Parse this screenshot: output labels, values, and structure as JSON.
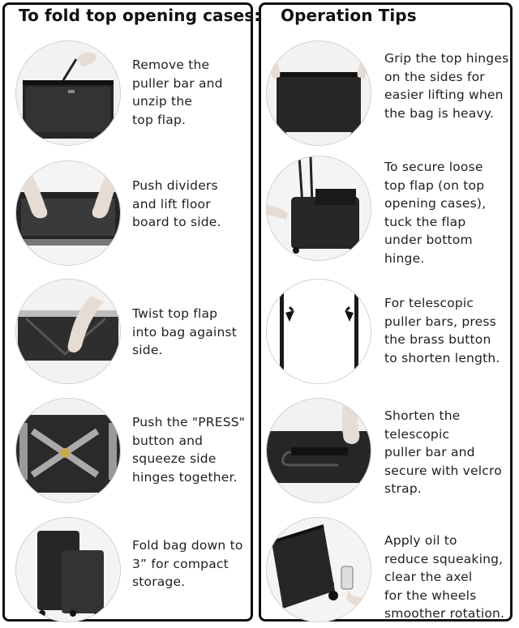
{
  "left_panel": {
    "title": "To fold top opening cases:",
    "steps": [
      {
        "text": "Remove the\npuller bar and\nunzip the\ntop flap.",
        "image": "bag-with-puller-bar-photo"
      },
      {
        "text": "Push dividers\nand lift floor\nboard to side.",
        "image": "hands-lifting-floor-board-photo"
      },
      {
        "text": "Twist top flap\ninto bag against\nside.",
        "image": "hand-twisting-top-flap-photo"
      },
      {
        "text": "Push the \"PRESS\"\nbutton and\nsqueeze side\nhinges together.",
        "image": "folding-side-hinges-photo"
      },
      {
        "text": "Fold bag down to\n3” for compact\nstorage.",
        "image": "folded-bags-photo"
      }
    ]
  },
  "right_panel": {
    "title": "Operation Tips",
    "steps": [
      {
        "text": "Grip the top hinges\non the sides for\neasier lifting when\nthe bag is heavy.",
        "image": "lifting-bag-by-hinges-photo"
      },
      {
        "text": "To secure loose\ntop flap (on top\nopening cases),\ntuck the flap\nunder bottom\nhinge.",
        "image": "bag-with-extended-puller-photo"
      },
      {
        "text": "For telescopic\npuller bars, press\nthe brass button\nto shorten length.",
        "image": "telescopic-puller-bars-photo"
      },
      {
        "text": "Shorten the\ntelescopic\npuller bar and\nsecure with velcro\nstrap.",
        "image": "velcro-strap-photo"
      },
      {
        "text": "Apply oil to\nreduce squeaking,\nclear the axel\nfor the wheels\nsmoother rotation.",
        "image": "oiling-wheels-photo"
      }
    ]
  },
  "colors": {
    "border": "#111111",
    "text": "#1f1f1f",
    "bag": "#2b2b2b",
    "skin": "#e6dcd3"
  }
}
